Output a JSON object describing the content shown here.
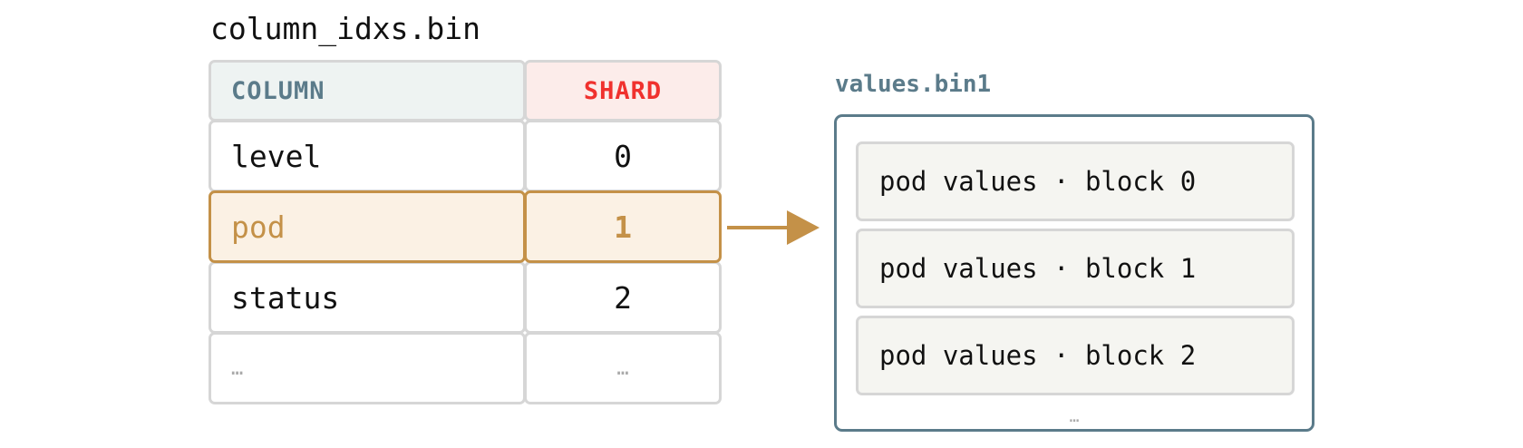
{
  "index_file": {
    "title": "column_idxs.bin",
    "headers": {
      "column": "COLUMN",
      "shard": "SHARD"
    },
    "rows": [
      {
        "column": "level",
        "shard": "0",
        "highlighted": false
      },
      {
        "column": "pod",
        "shard": "1",
        "highlighted": true
      },
      {
        "column": "status",
        "shard": "2",
        "highlighted": false
      },
      {
        "column": "…",
        "shard": "…",
        "highlighted": false
      }
    ]
  },
  "values_file": {
    "title": "values.bin1",
    "blocks": [
      "pod values · block 0",
      "pod values · block 1",
      "pod values · block 2"
    ],
    "more": "…"
  },
  "colors": {
    "highlight": "#c49148",
    "header_column_text": "#5b7b8a",
    "header_shard_text": "#f0312e",
    "values_border": "#5b7b8a"
  }
}
